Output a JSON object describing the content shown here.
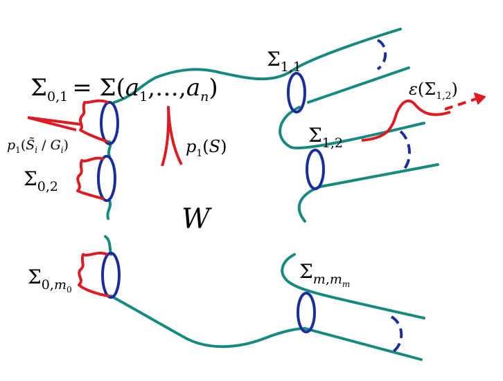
{
  "colors": {
    "surface": "#178a80",
    "cycle": "#1b2d9a",
    "red": "#e01a22",
    "text": "#000000"
  },
  "labels": {
    "sigma01_main": "Σ",
    "sigma01_sub": "0,1",
    "sigma01_rhs": "= Σ(",
    "sigma01_a": "a",
    "sigma01_a_sub1": "1",
    "sigma01_dots": ",…,",
    "sigma01_a_subn": "n",
    "sigma01_close": ")",
    "sigma02_main": "Σ",
    "sigma02_sub": "0,2",
    "sigma0m_main": "Σ",
    "sigma0m_sub": "0,",
    "sigma0m_sub_m": "m",
    "sigma0m_sub_0": "0",
    "sigma11_main": "Σ",
    "sigma11_sub": "1,1",
    "sigma12_main": "Σ",
    "sigma12_sub": "1,2",
    "sigmamm_main": "Σ",
    "sigmamm_sub_m": "m",
    "sigmamm_sub_comma": ",",
    "sigmamm_sub_m2": "m",
    "sigmamm_sub_m2_sub": "m",
    "p1S_p": "p",
    "p1S_sub": "1",
    "p1S_arg": "(",
    "p1S_S": "S",
    "p1S_close": ")",
    "p1SG_p": "p",
    "p1SG_sub": "1",
    "p1SG_open": "(",
    "p1SG_S": "S̃",
    "p1SG_i1": "i",
    "p1SG_slash": " / ",
    "p1SG_G": "G",
    "p1SG_i2": "i",
    "p1SG_close": ")",
    "eps_e": "ε",
    "eps_open": "(Σ",
    "eps_sub": "1,2",
    "eps_close": ")",
    "W": "W"
  }
}
